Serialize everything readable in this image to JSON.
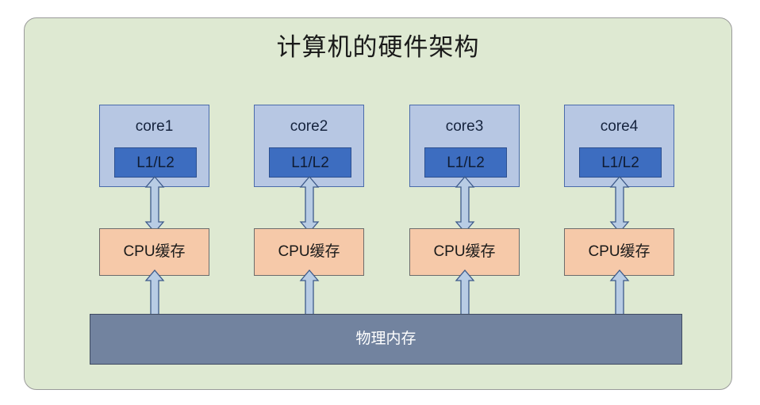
{
  "diagram": {
    "title": "计算机的硬件架构",
    "panel": {
      "background_color": "#dee9d2",
      "border_color": "#9a9a9a"
    },
    "colors": {
      "core_fill": "#b7c7e3",
      "core_border": "#4a6bab",
      "l1l2_fill": "#3d6dc0",
      "l1l2_border": "#2c4f8f",
      "cache_fill": "#f6c9a9",
      "cache_border": "#6c6c6c",
      "memory_fill": "#72839f",
      "memory_border": "#3e4a60",
      "arrow_fill": "#b8cce4",
      "arrow_border": "#3d5a8a",
      "title_color": "#1a1a1a",
      "memory_text_color": "#ffffff"
    },
    "columns": [
      {
        "core_label": "core1",
        "inner_label": "L1/L2",
        "cache_label": "CPU缓存"
      },
      {
        "core_label": "core2",
        "inner_label": "L1/L2",
        "cache_label": "CPU缓存"
      },
      {
        "core_label": "core3",
        "inner_label": "L1/L2",
        "cache_label": "CPU缓存"
      },
      {
        "core_label": "core4",
        "inner_label": "L1/L2",
        "cache_label": "CPU缓存"
      }
    ],
    "memory": {
      "label": "物理内存"
    },
    "arrows": {
      "core_to_cache_count": 4,
      "cache_to_memory_count": 4,
      "style": "double-headed-vertical"
    }
  }
}
